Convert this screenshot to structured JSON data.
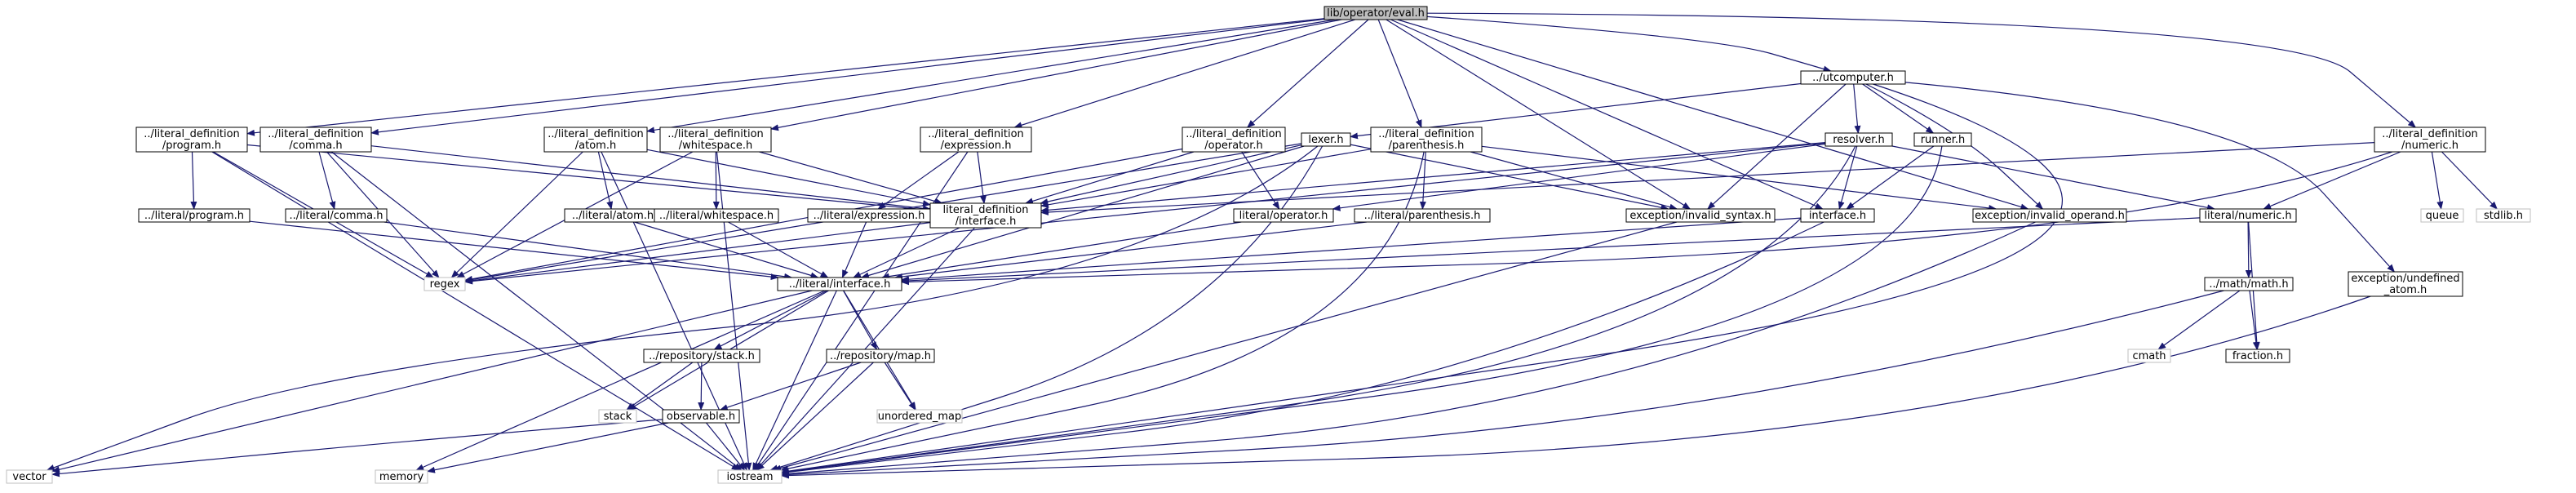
{
  "colors": {
    "edge": "#191970",
    "node_border": "#000000",
    "node_fill": "#ffffff",
    "root_fill": "#bfbfbf",
    "system_border": "#bfbfbf",
    "text": "#000000"
  },
  "nodes": [
    {
      "id": "root",
      "lines": [
        "lib/operator/eval.h"
      ],
      "kind": "root"
    },
    {
      "id": "prog",
      "lines": [
        "../literal_definition",
        "/program.h"
      ],
      "kind": "file"
    },
    {
      "id": "commadef",
      "lines": [
        "../literal_definition",
        "/comma.h"
      ],
      "kind": "file"
    },
    {
      "id": "atomdef",
      "lines": [
        "../literal_definition",
        "/atom.h"
      ],
      "kind": "file"
    },
    {
      "id": "wsdef",
      "lines": [
        "../literal_definition",
        "/whitespace.h"
      ],
      "kind": "file"
    },
    {
      "id": "exprdef",
      "lines": [
        "../literal_definition",
        "/expression.h"
      ],
      "kind": "file"
    },
    {
      "id": "opdef",
      "lines": [
        "../literal_definition",
        "/operator.h"
      ],
      "kind": "file"
    },
    {
      "id": "lexer",
      "lines": [
        "lexer.h"
      ],
      "kind": "file"
    },
    {
      "id": "parendef",
      "lines": [
        "../literal_definition",
        "/parenthesis.h"
      ],
      "kind": "file"
    },
    {
      "id": "utc",
      "lines": [
        "../utcomputer.h"
      ],
      "kind": "file"
    },
    {
      "id": "resolver",
      "lines": [
        "resolver.h"
      ],
      "kind": "file"
    },
    {
      "id": "runner",
      "lines": [
        "runner.h"
      ],
      "kind": "file"
    },
    {
      "id": "numdef",
      "lines": [
        "../literal_definition",
        "/numeric.h"
      ],
      "kind": "file"
    },
    {
      "id": "litprog",
      "lines": [
        "../literal/program.h"
      ],
      "kind": "file"
    },
    {
      "id": "litcomma",
      "lines": [
        "../literal/comma.h"
      ],
      "kind": "file"
    },
    {
      "id": "litatom",
      "lines": [
        "../literal/atom.h"
      ],
      "kind": "file"
    },
    {
      "id": "litws",
      "lines": [
        "../literal/whitespace.h"
      ],
      "kind": "file"
    },
    {
      "id": "litexpr",
      "lines": [
        "../literal/expression.h"
      ],
      "kind": "file"
    },
    {
      "id": "ldi",
      "lines": [
        "literal_definition",
        "/interface.h"
      ],
      "kind": "file"
    },
    {
      "id": "litop",
      "lines": [
        "literal/operator.h"
      ],
      "kind": "file"
    },
    {
      "id": "litparen",
      "lines": [
        "../literal/parenthesis.h"
      ],
      "kind": "file"
    },
    {
      "id": "invsyn",
      "lines": [
        "exception/invalid_syntax.h"
      ],
      "kind": "file"
    },
    {
      "id": "iface",
      "lines": [
        "interface.h"
      ],
      "kind": "file"
    },
    {
      "id": "invop",
      "lines": [
        "exception/invalid_operand.h"
      ],
      "kind": "file"
    },
    {
      "id": "litnum",
      "lines": [
        "literal/numeric.h"
      ],
      "kind": "file"
    },
    {
      "id": "queue",
      "lines": [
        "queue"
      ],
      "kind": "system"
    },
    {
      "id": "stdlib",
      "lines": [
        "stdlib.h"
      ],
      "kind": "system"
    },
    {
      "id": "regex",
      "lines": [
        "regex"
      ],
      "kind": "system"
    },
    {
      "id": "litiface",
      "lines": [
        "../literal/interface.h"
      ],
      "kind": "file"
    },
    {
      "id": "mathh",
      "lines": [
        "../math/math.h"
      ],
      "kind": "file"
    },
    {
      "id": "undefatom",
      "lines": [
        "exception/undefined",
        "_atom.h"
      ],
      "kind": "file"
    },
    {
      "id": "repostack",
      "lines": [
        "../repository/stack.h"
      ],
      "kind": "file"
    },
    {
      "id": "repomap",
      "lines": [
        "../repository/map.h"
      ],
      "kind": "file"
    },
    {
      "id": "cmath",
      "lines": [
        "cmath"
      ],
      "kind": "system"
    },
    {
      "id": "fraction",
      "lines": [
        "fraction.h"
      ],
      "kind": "file"
    },
    {
      "id": "stack",
      "lines": [
        "stack"
      ],
      "kind": "system"
    },
    {
      "id": "umap",
      "lines": [
        "unordered_map"
      ],
      "kind": "system"
    },
    {
      "id": "observable",
      "lines": [
        "observable.h"
      ],
      "kind": "file"
    },
    {
      "id": "vector",
      "lines": [
        "vector"
      ],
      "kind": "system"
    },
    {
      "id": "memory",
      "lines": [
        "memory"
      ],
      "kind": "system"
    },
    {
      "id": "iostream",
      "lines": [
        "iostream"
      ],
      "kind": "system"
    }
  ],
  "edges": [
    [
      "root",
      "prog"
    ],
    [
      "root",
      "commadef"
    ],
    [
      "root",
      "atomdef"
    ],
    [
      "root",
      "wsdef"
    ],
    [
      "root",
      "exprdef"
    ],
    [
      "root",
      "opdef"
    ],
    [
      "root",
      "parendef"
    ],
    [
      "root",
      "utc"
    ],
    [
      "root",
      "numdef"
    ],
    [
      "root",
      "invsyn"
    ],
    [
      "root",
      "invop"
    ],
    [
      "root",
      "iface"
    ],
    [
      "prog",
      "litprog"
    ],
    [
      "prog",
      "ldi"
    ],
    [
      "prog",
      "regex"
    ],
    [
      "prog",
      "iostream"
    ],
    [
      "commadef",
      "litcomma"
    ],
    [
      "commadef",
      "ldi"
    ],
    [
      "commadef",
      "regex"
    ],
    [
      "commadef",
      "iostream"
    ],
    [
      "atomdef",
      "litatom"
    ],
    [
      "atomdef",
      "ldi"
    ],
    [
      "atomdef",
      "regex"
    ],
    [
      "atomdef",
      "iostream"
    ],
    [
      "wsdef",
      "litws"
    ],
    [
      "wsdef",
      "ldi"
    ],
    [
      "wsdef",
      "regex"
    ],
    [
      "wsdef",
      "iostream"
    ],
    [
      "exprdef",
      "litexpr"
    ],
    [
      "exprdef",
      "ldi"
    ],
    [
      "exprdef",
      "iostream"
    ],
    [
      "opdef",
      "litop"
    ],
    [
      "opdef",
      "ldi"
    ],
    [
      "opdef",
      "regex"
    ],
    [
      "lexer",
      "ldi"
    ],
    [
      "lexer",
      "litiface"
    ],
    [
      "lexer",
      "invsyn"
    ],
    [
      "lexer",
      "regex"
    ],
    [
      "lexer",
      "vector"
    ],
    [
      "lexer",
      "iostream"
    ],
    [
      "parendef",
      "litparen"
    ],
    [
      "parendef",
      "ldi"
    ],
    [
      "parendef",
      "invsyn"
    ],
    [
      "parendef",
      "invop"
    ],
    [
      "parendef",
      "iostream"
    ],
    [
      "utc",
      "lexer"
    ],
    [
      "utc",
      "resolver"
    ],
    [
      "utc",
      "runner"
    ],
    [
      "utc",
      "invsyn"
    ],
    [
      "utc",
      "invop"
    ],
    [
      "utc",
      "undefatom"
    ],
    [
      "utc",
      "iostream"
    ],
    [
      "resolver",
      "ldi"
    ],
    [
      "resolver",
      "litop"
    ],
    [
      "resolver",
      "litnum"
    ],
    [
      "resolver",
      "iface"
    ],
    [
      "resolver",
      "regex"
    ],
    [
      "resolver",
      "iostream"
    ],
    [
      "runner",
      "iface"
    ],
    [
      "runner",
      "iostream"
    ],
    [
      "numdef",
      "litnum"
    ],
    [
      "numdef",
      "ldi"
    ],
    [
      "numdef",
      "litiface"
    ],
    [
      "numdef",
      "queue"
    ],
    [
      "numdef",
      "stdlib"
    ],
    [
      "litprog",
      "litiface"
    ],
    [
      "litcomma",
      "litiface"
    ],
    [
      "litatom",
      "litiface"
    ],
    [
      "litws",
      "litiface"
    ],
    [
      "litexpr",
      "litiface"
    ],
    [
      "ldi",
      "litiface"
    ],
    [
      "ldi",
      "regex"
    ],
    [
      "ldi",
      "iostream"
    ],
    [
      "litop",
      "litiface"
    ],
    [
      "litparen",
      "litiface"
    ],
    [
      "invsyn",
      "iostream"
    ],
    [
      "iface",
      "litiface"
    ],
    [
      "iface",
      "iostream"
    ],
    [
      "invop",
      "iostream"
    ],
    [
      "litnum",
      "litiface"
    ],
    [
      "litnum",
      "mathh"
    ],
    [
      "litnum",
      "fraction"
    ],
    [
      "litiface",
      "repostack"
    ],
    [
      "litiface",
      "repomap"
    ],
    [
      "litiface",
      "stack"
    ],
    [
      "litiface",
      "vector"
    ],
    [
      "litiface",
      "memory"
    ],
    [
      "litiface",
      "umap"
    ],
    [
      "litiface",
      "iostream"
    ],
    [
      "mathh",
      "cmath"
    ],
    [
      "mathh",
      "fraction"
    ],
    [
      "mathh",
      "iostream"
    ],
    [
      "undefatom",
      "iostream"
    ],
    [
      "repostack",
      "stack"
    ],
    [
      "repostack",
      "observable"
    ],
    [
      "repomap",
      "observable"
    ],
    [
      "repomap",
      "umap"
    ],
    [
      "repomap",
      "iostream"
    ],
    [
      "observable",
      "vector"
    ],
    [
      "observable",
      "memory"
    ],
    [
      "observable",
      "iostream"
    ]
  ]
}
